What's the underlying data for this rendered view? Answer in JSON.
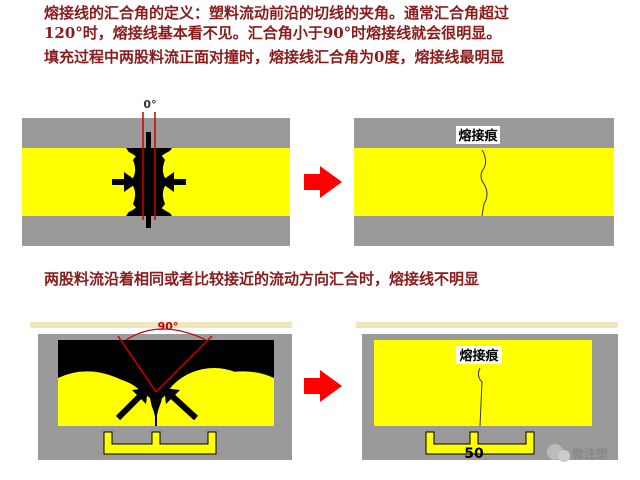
{
  "text": {
    "line1": "熔接线的汇合角的定义：塑料流动前沿的切线的夹角。通常汇合角超过",
    "line2": "120°时，熔接线基本看不见。汇合角小于90°时熔接线就会很明显。",
    "line3": "填充过程中两股料流正面对撞时，熔接线汇合角为0度，熔接线最明显",
    "line4": "两股料流沿着相同或者比较接近的流动方向汇合时，熔接线不明显"
  },
  "diagram": {
    "angle_top": "0°",
    "angle_bottom": "90°",
    "weld_label_top": "熔接痕",
    "weld_label_bottom": "熔接痕",
    "page_number": "50",
    "watermark": "微注塑"
  },
  "colors": {
    "title_text": "#8b1a1a",
    "melt_yellow": "#ffff00",
    "mold_gray": "#9a9a9a",
    "arrow_red": "#ff0000",
    "angle_line": "#cc0000"
  }
}
